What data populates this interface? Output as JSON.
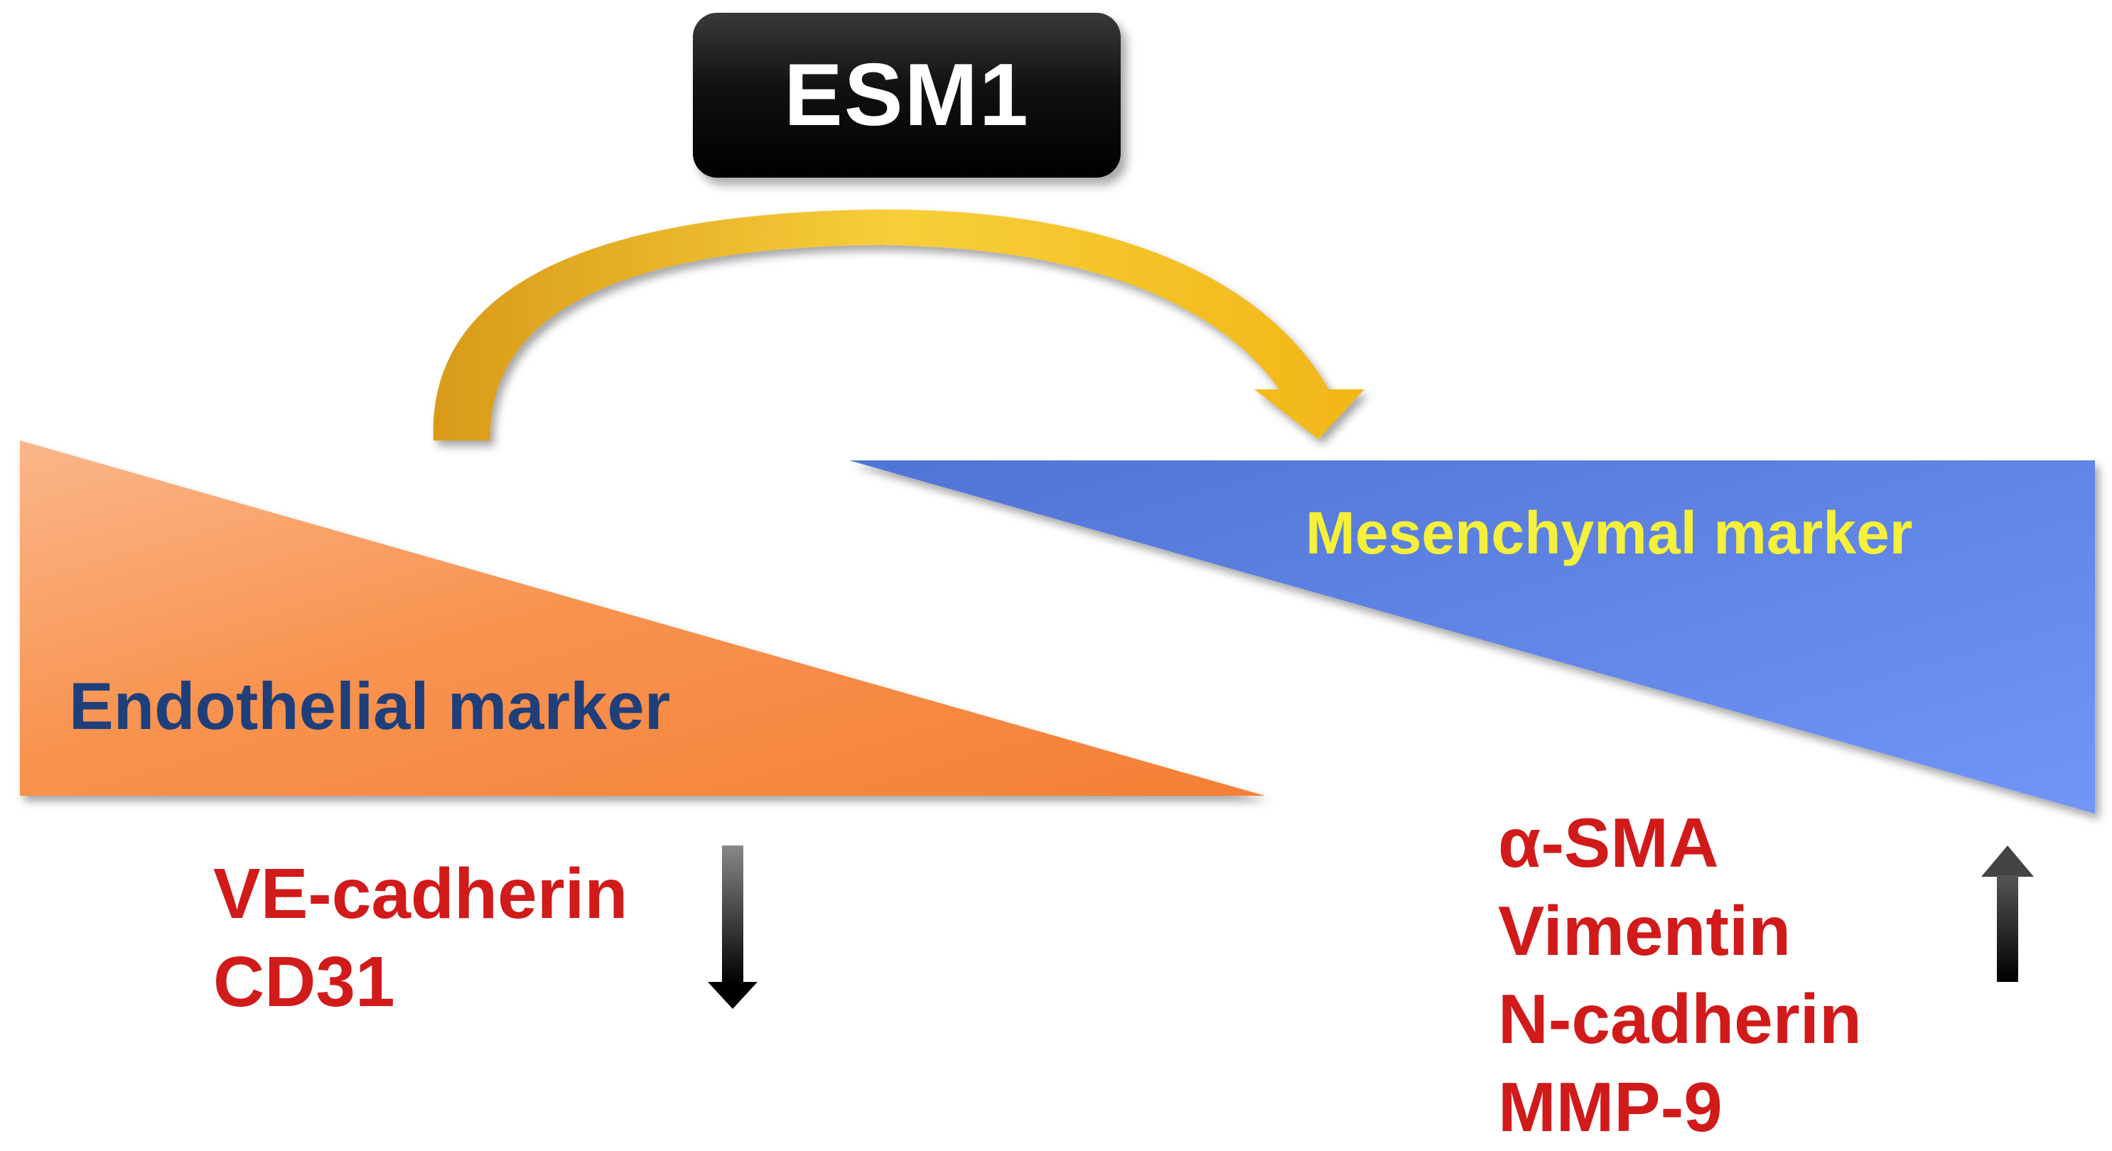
{
  "diagram": {
    "regulator": "ESM1",
    "endothelial": {
      "label": "Endothelial marker",
      "color": "#f78c45",
      "markers": [
        "VE-cadherin",
        "CD31"
      ]
    },
    "mesenchymal": {
      "label": "Mesenchymal marker",
      "color": "#5f83e6",
      "markers": [
        "α-SMA",
        "Vimentin",
        "N-cadherin",
        "MMP-9"
      ]
    },
    "arrow_color": "#f2b21b",
    "text_color_markers": "#d11a1a"
  }
}
